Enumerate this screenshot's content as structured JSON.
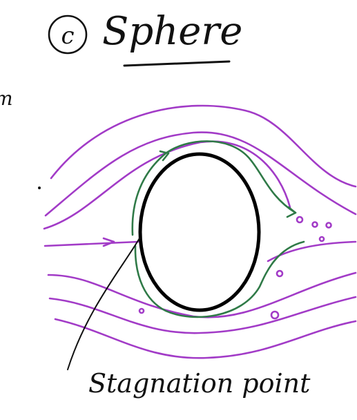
{
  "diagram": {
    "title": {
      "marker": "c",
      "text": "Sphere"
    },
    "margin_fragment": "m",
    "callout": {
      "label": "Stagnation point"
    },
    "colors": {
      "ink": "#111111",
      "streamline": "#a23bc7",
      "boundary_layer": "#2f7a47",
      "sphere_outline": "#000000",
      "background": "#ffffff"
    }
  }
}
